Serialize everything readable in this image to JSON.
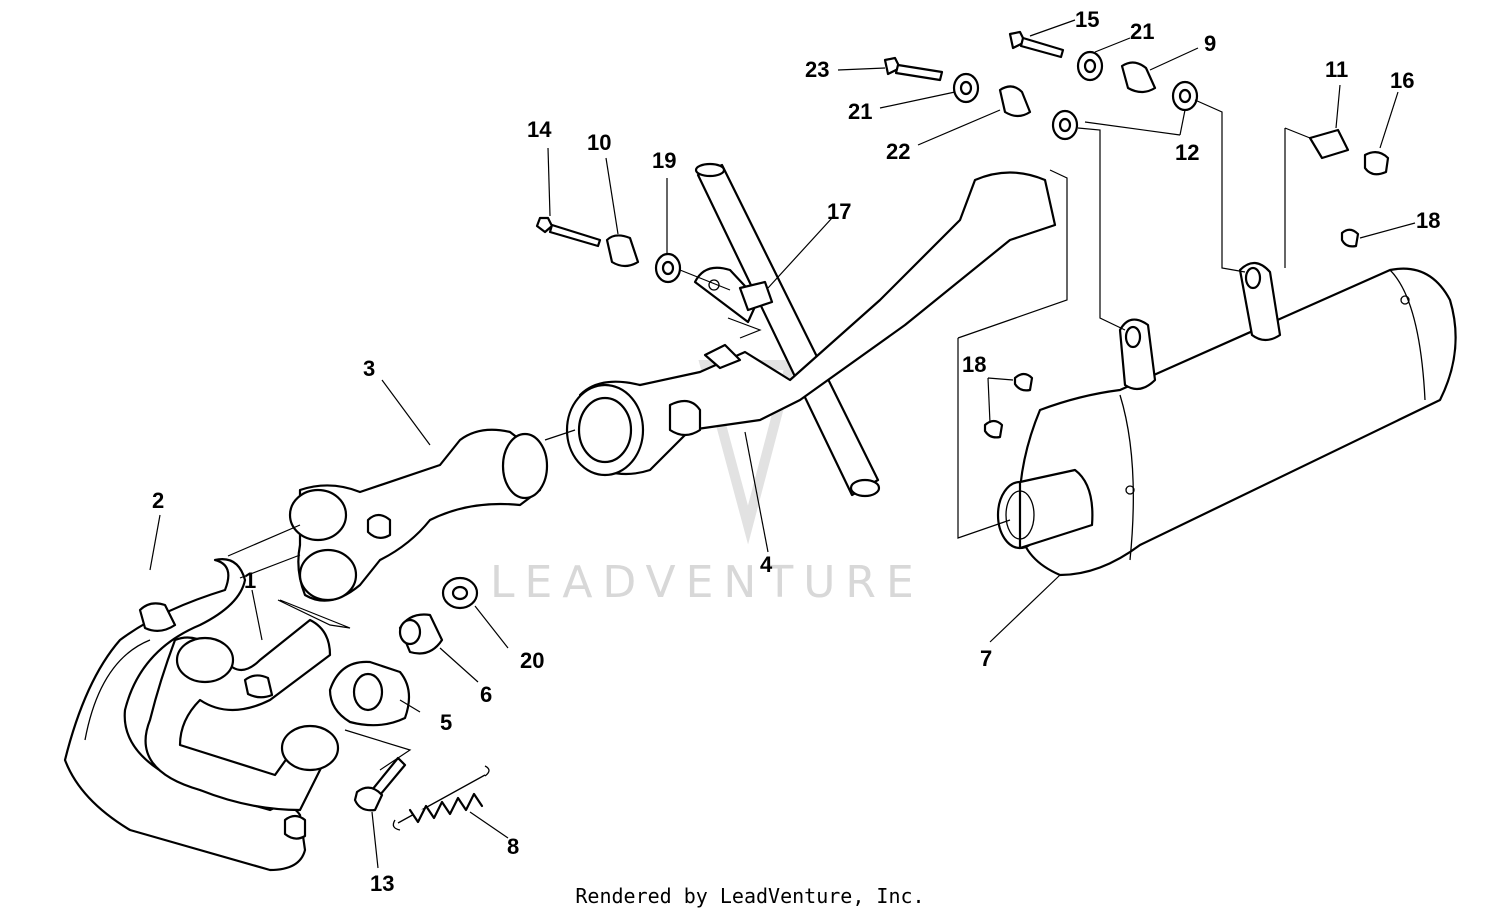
{
  "callouts": {
    "c1": "1",
    "c2": "2",
    "c3": "3",
    "c4": "4",
    "c5": "5",
    "c6": "6",
    "c7": "7",
    "c8": "8",
    "c9": "9",
    "c10": "10",
    "c11": "11",
    "c12": "12",
    "c13": "13",
    "c14": "14",
    "c15": "15",
    "c16": "16",
    "c17": "17",
    "c18a": "18",
    "c18b": "18",
    "c19": "19",
    "c20": "20",
    "c21a": "21",
    "c21b": "21",
    "c22": "22",
    "c23": "23"
  },
  "watermark": "LEADVENTURE",
  "footer": "Rendered by LeadVenture, Inc."
}
